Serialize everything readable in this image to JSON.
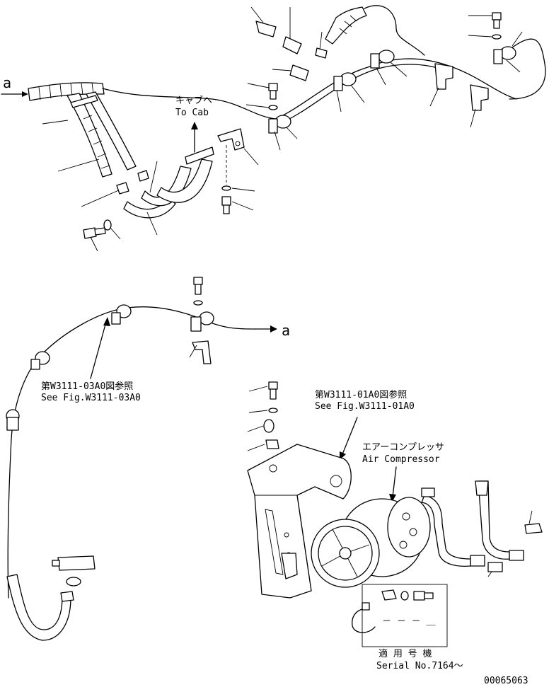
{
  "labels": {
    "ref_a_top": "a",
    "ref_a_mid": "a",
    "to_cab_jp": "キャブへ",
    "to_cab_en": "To Cab",
    "see_03_jp": "第W3111-03A0図参照",
    "see_03_en": "See Fig.W3111-03A0",
    "see_01_jp": "第W3111-01A0図参照",
    "see_01_en": "See Fig.W3111-01A0",
    "air_comp_jp": "エアーコンプレッサ",
    "air_comp_en": "Air Compressor",
    "serial_jp": "適 用 号 機",
    "serial_en": "Serial No.7164～",
    "serial_dashes": "－ － － ＿",
    "drawing_no": "00065063"
  }
}
